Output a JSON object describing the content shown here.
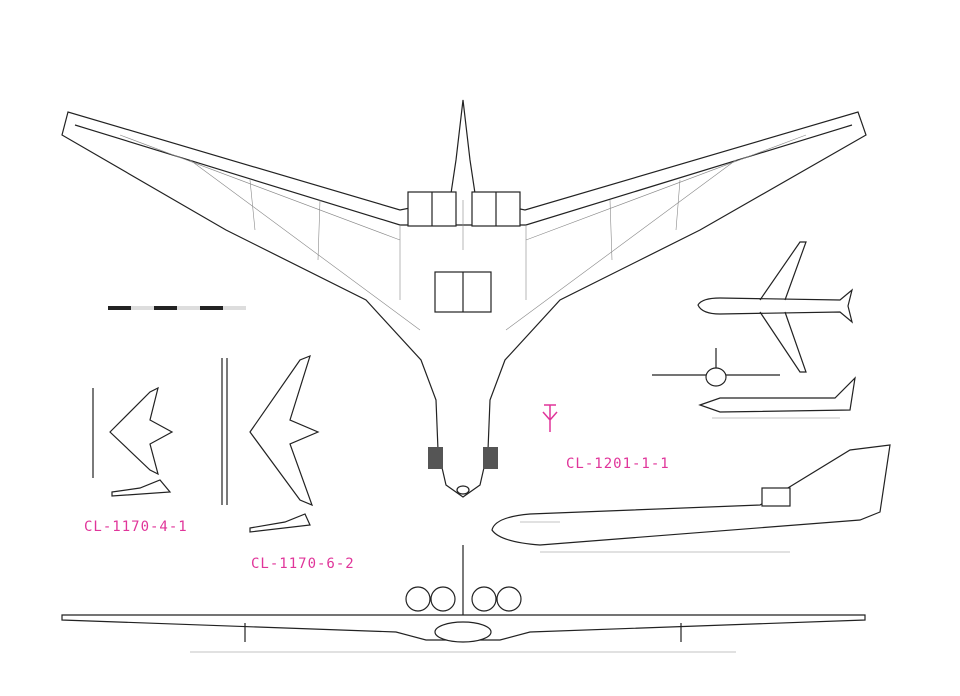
{
  "labels": {
    "cl1170_4_1": "CL-1170-4-1",
    "cl1170_6_2": "CL-1170-6-2",
    "cl1201_1_1": "CL-1201-1-1"
  },
  "colors": {
    "label": "#e0359a",
    "line": "#222222"
  }
}
